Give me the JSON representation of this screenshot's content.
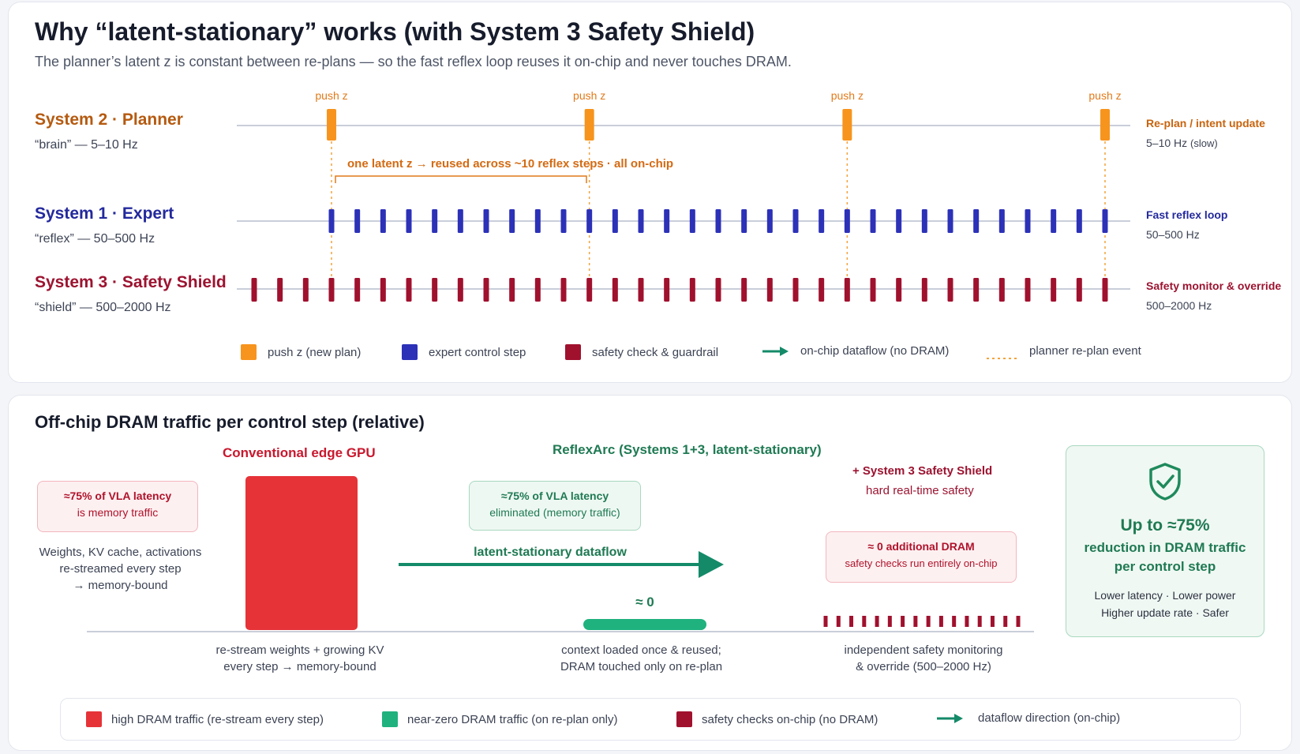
{
  "header": {
    "title": "Why “latent-stationary” works (with System 3 Safety Shield)",
    "subtitle": "The planner’s latent z is constant between re-plans — so the fast reflex loop reuses it on-chip and never touches DRAM."
  },
  "timeline": {
    "systems": [
      {
        "name": "System 2 · Planner",
        "sub": "“brain” — 5–10 Hz",
        "right_title": "Re-plan / intent update",
        "right_sub_main": "5–10 Hz",
        "right_sub_note": "(slow)",
        "color": "#b55a10"
      },
      {
        "name": "System 1 · Expert",
        "sub": "“reflex” — 50–500 Hz",
        "right_title": "Fast reflex loop",
        "right_sub_main": "50–500 Hz",
        "right_sub_note": "",
        "color": "#23299c"
      },
      {
        "name": "System 3 · Safety Shield",
        "sub": "“shield” — 500–2000 Hz",
        "right_title": "Safety monitor & override",
        "right_sub_main": "500–2000 Hz",
        "right_sub_note": "",
        "color": "#9c1330"
      }
    ],
    "push_label": "push z",
    "push_count": 4,
    "expert_step_count": 31,
    "safety_step_count": 34,
    "reuse_annotation": "one latent z → reused across ~10 reflex steps · all on-chip",
    "legend": [
      {
        "label": "push z (new plan)",
        "kind": "square",
        "color": "#f7941d"
      },
      {
        "label": "expert control step",
        "kind": "square",
        "color": "#2c31b8"
      },
      {
        "label": "safety check & guardrail",
        "kind": "square",
        "color": "#a0112e"
      },
      {
        "label": "on-chip dataflow (no DRAM)",
        "kind": "arrow",
        "color": "#148a69"
      },
      {
        "label": "planner re-plan event",
        "kind": "dotted",
        "color": "#f3a33c"
      }
    ]
  },
  "dram": {
    "title": "Off-chip DRAM traffic per control step (relative)",
    "conventional": {
      "title": "Conventional edge GPU",
      "callout_line1": "≈75% of VLA latency",
      "callout_line2": "is memory traffic",
      "note_lines": [
        "Weights, KV cache, activations",
        "re-streamed every step",
        "→ memory-bound"
      ],
      "bar_caption_lines": [
        "re-stream weights + growing KV",
        "every step → memory-bound"
      ]
    },
    "reflexarc": {
      "title": "ReflexArc (Systems 1+3, latent-stationary)",
      "callout_line1": "≈75% of VLA latency",
      "callout_line2": "eliminated (memory traffic)",
      "arrow_label": "latent-stationary dataflow",
      "value_label": "≈ 0",
      "caption_lines": [
        "context loaded once & reused;",
        "DRAM touched only on re-plan"
      ]
    },
    "shield": {
      "title": "+ System 3 Safety Shield",
      "subtitle": "hard real-time safety",
      "callout_line1": "≈ 0 additional DRAM",
      "callout_line2": "safety checks run entirely on-chip",
      "tick_count": 16,
      "caption_lines": [
        "independent safety monitoring",
        "& override (500–2000 Hz)"
      ]
    },
    "chart_data": {
      "type": "bar",
      "categories": [
        "Conventional edge GPU",
        "ReflexArc (Systems 1+3, latent-stationary)"
      ],
      "values": [
        1.0,
        0.0
      ],
      "colors": {
        "conventional": "#e53338",
        "reflexarc": "#1fb27e",
        "safety": "#a0112e"
      }
    },
    "result": {
      "line1": "Up to ≈75%",
      "line2": "reduction in DRAM traffic",
      "line3": "per control step",
      "benefits1": "Lower latency · Lower power",
      "benefits2": "Higher update rate · Safer",
      "icon": "shield-check-icon"
    },
    "legend": [
      {
        "label": "high DRAM traffic (re-stream every step)",
        "kind": "square",
        "color": "#e53338"
      },
      {
        "label": "near-zero DRAM traffic (on re-plan only)",
        "kind": "square",
        "color": "#1fb27e"
      },
      {
        "label": "safety checks on-chip (no DRAM)",
        "kind": "square",
        "color": "#a0112e"
      },
      {
        "label": "dataflow direction (on-chip)",
        "kind": "arrow",
        "color": "#148a69"
      }
    ]
  }
}
